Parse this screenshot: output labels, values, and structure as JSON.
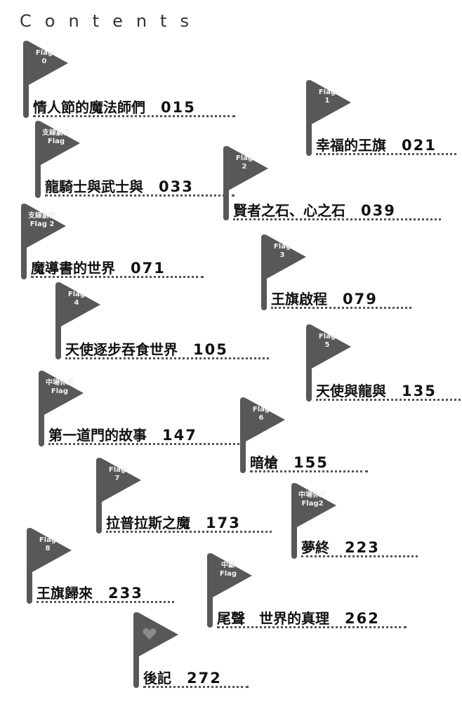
{
  "header": {
    "title": "Contents"
  },
  "entries": [
    {
      "flag": "Flag\n0",
      "title": "情人節的魔法師們",
      "page": "015"
    },
    {
      "flag": "Flag\n1",
      "title": "幸福的王旗",
      "page": "021"
    },
    {
      "flag": "支線劇情\nFlag",
      "title": "龍騎士與武士與",
      "page": "033"
    },
    {
      "flag": "Flag\n2",
      "title": "賢者之石、心之石",
      "page": "039"
    },
    {
      "flag": "支線劇情\nFlag 2",
      "title": "魔導書的世界",
      "page": "071"
    },
    {
      "flag": "Flag\n3",
      "title": "王旗啟程",
      "page": "079"
    },
    {
      "flag": "Flag\n4",
      "title": "天使逐步吞食世界",
      "page": "105"
    },
    {
      "flag": "Flag\n5",
      "title": "天使與龍與",
      "page": "135"
    },
    {
      "flag": "中場休息\nFlag",
      "title": "第一道門的故事",
      "page": "147"
    },
    {
      "flag": "Flag\n6",
      "title": "暗槍",
      "page": "155"
    },
    {
      "flag": "Flag\n7",
      "title": "拉普拉斯之魔",
      "page": "173"
    },
    {
      "flag": "中場休息\nFlag2",
      "title": "夢終",
      "page": "223"
    },
    {
      "flag": "Flag\n8",
      "title": "王旗歸來",
      "page": "233"
    },
    {
      "flag": "中斷\nFlag",
      "title": "尾聲　世界的真理",
      "page": "262"
    },
    {
      "flag": "",
      "title": "後記",
      "page": "272",
      "icon": "heart-icon"
    }
  ]
}
